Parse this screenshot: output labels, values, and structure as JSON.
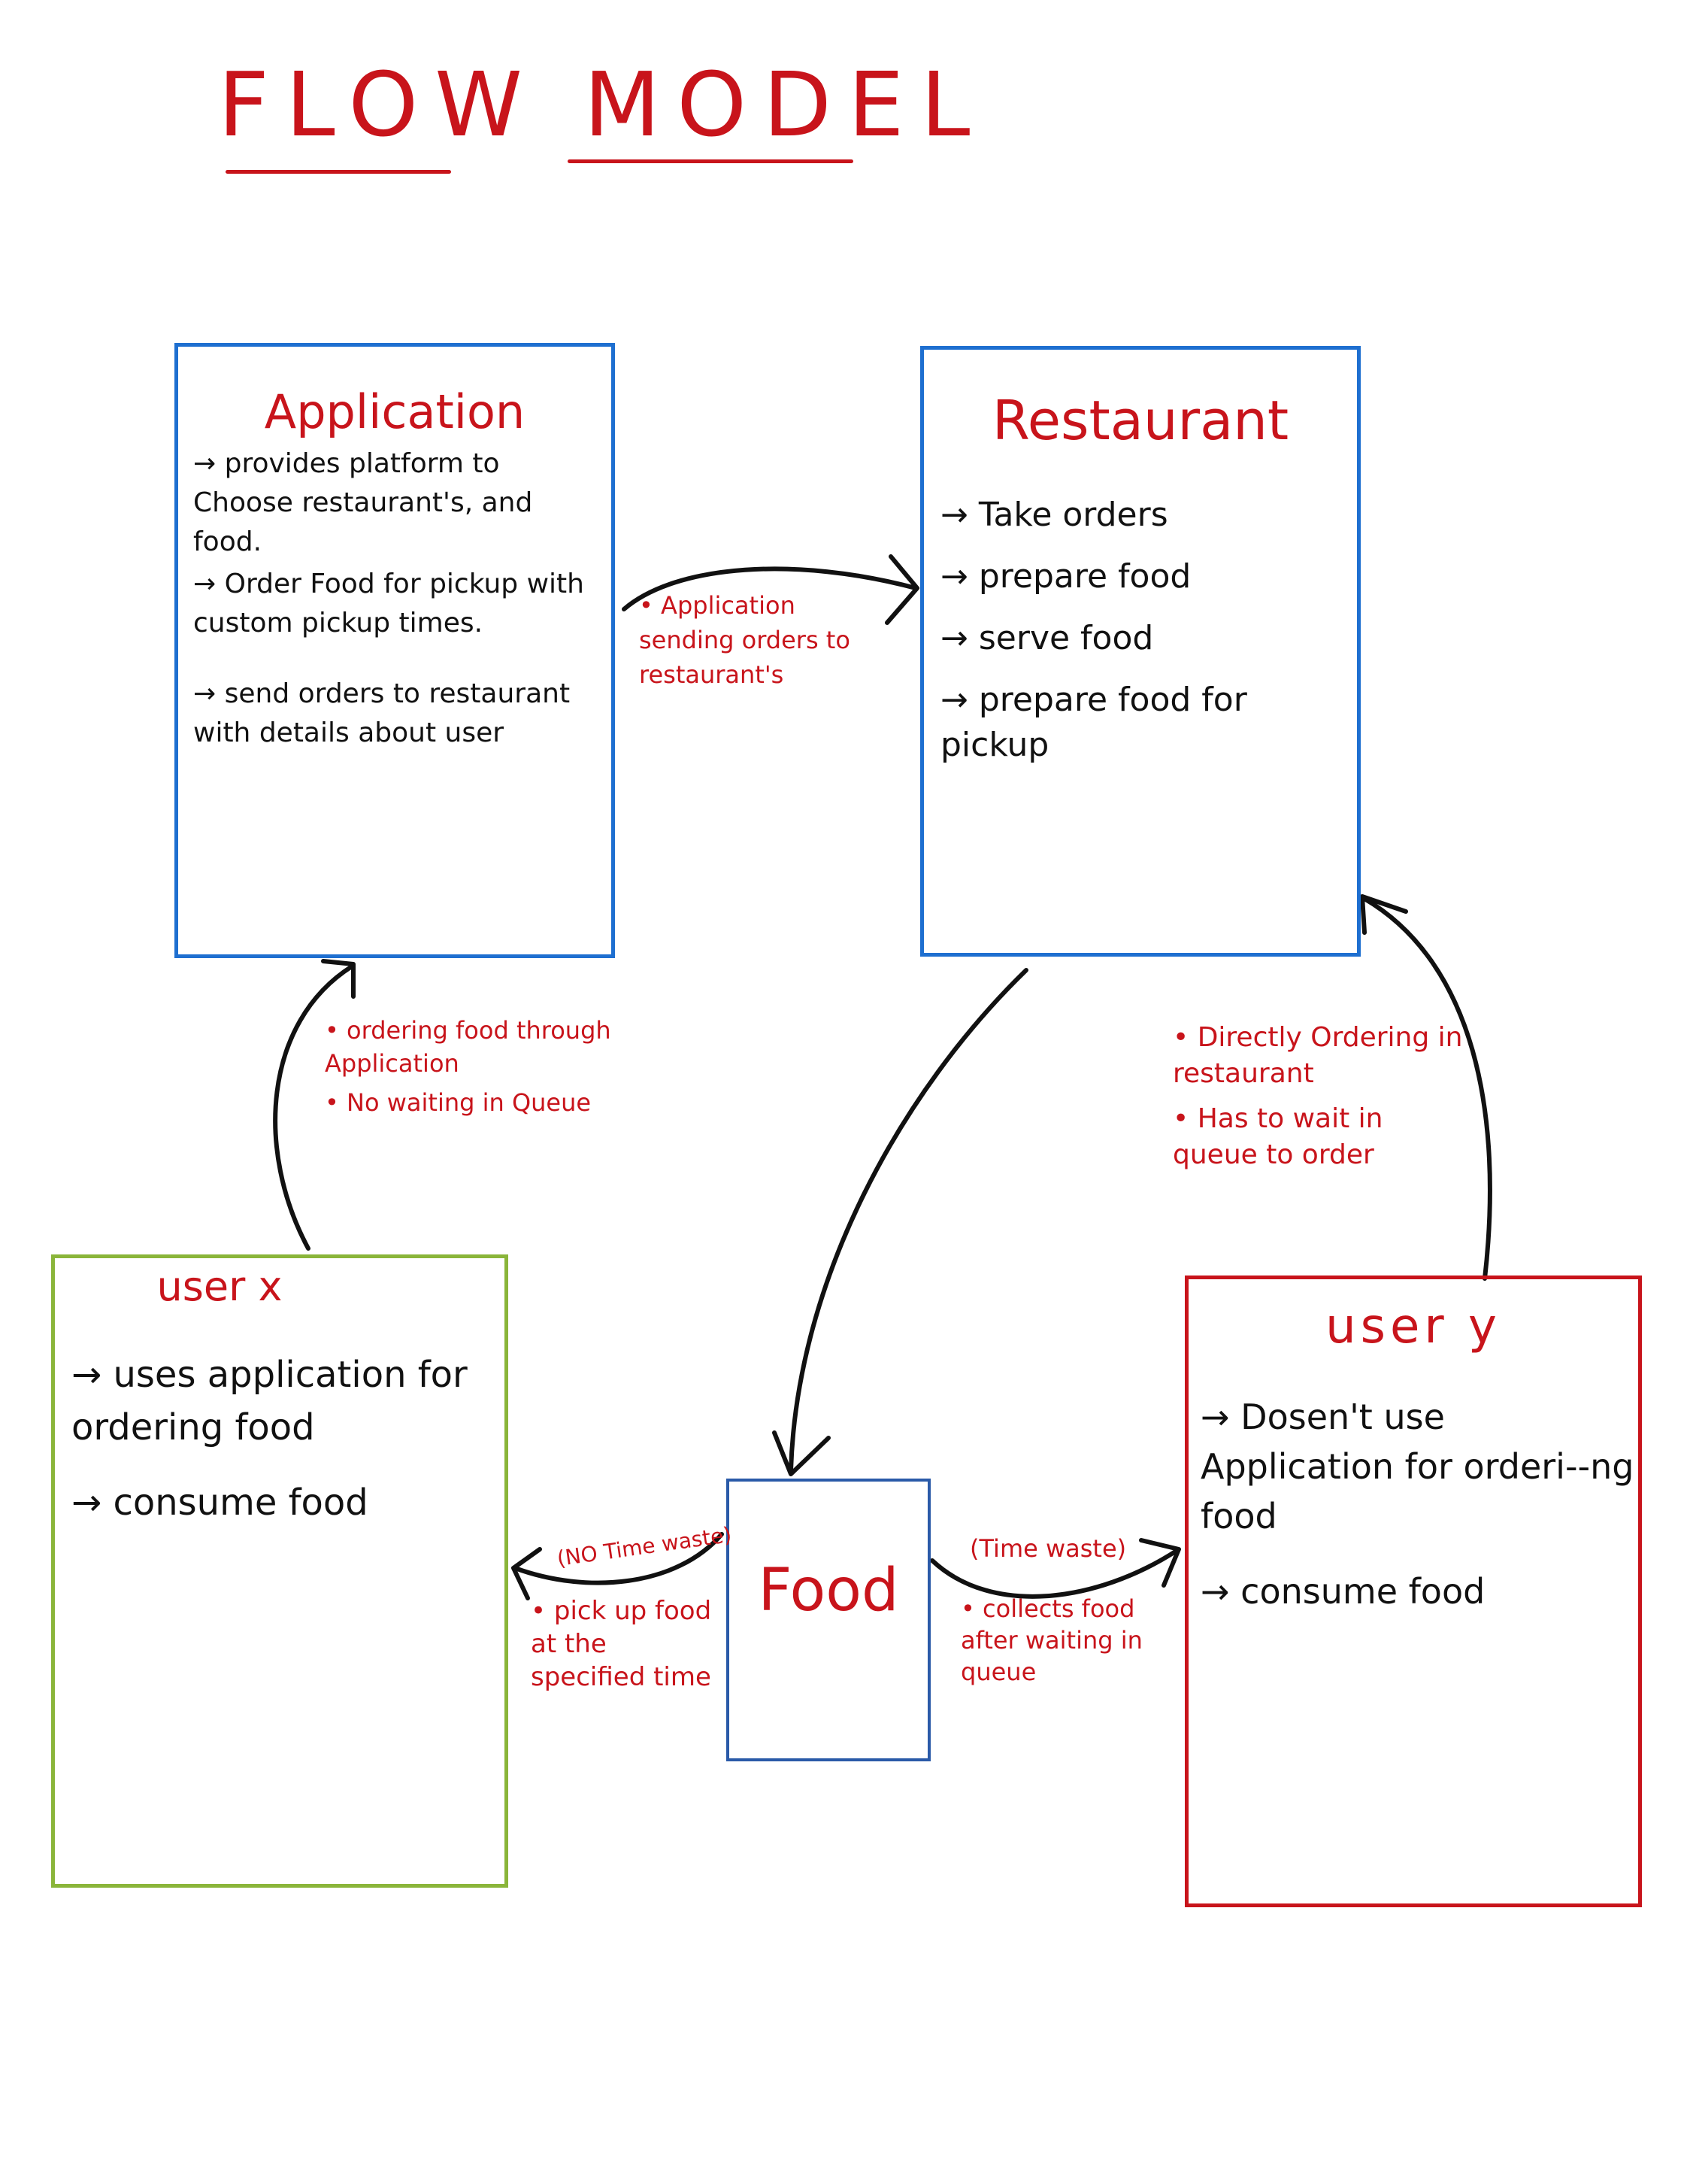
{
  "title": "FLOW MODEL",
  "colors": {
    "heading": "#c8141b",
    "note": "#c8141b",
    "application_border": "#1e6fd0",
    "restaurant_border": "#1e6fd0",
    "user_x_border": "#8ab53a",
    "user_y_border": "#c8141b",
    "food_border": "#2a5aa8",
    "connector": "#111111"
  },
  "application": {
    "heading": "Application",
    "items": [
      "provides platform to Choose restaurant's, and food.",
      "Order Food for pickup with custom pickup times.",
      "send orders to restaurant with details about user"
    ]
  },
  "restaurant": {
    "heading": "Restaurant",
    "items": [
      "Take orders",
      "prepare food",
      "serve food",
      "prepare food for pickup"
    ]
  },
  "user_x": {
    "heading": "user x",
    "items": [
      "uses application for ordering food",
      "consume food"
    ]
  },
  "user_y": {
    "heading": "user y",
    "items": [
      "Dosen't use Application for orderi--ng food",
      "consume food"
    ]
  },
  "food": {
    "heading": "Food"
  },
  "notes": {
    "app_to_restaurant": [
      "Application sending orders to restaurant's"
    ],
    "user_x_to_app": [
      "ordering food through Application",
      "No waiting in Queue"
    ],
    "user_y_to_restaurant": [
      "Directly Ordering in restaurant",
      "Has to wait in queue to order"
    ],
    "food_to_user_x_label": "(NO Time waste)",
    "food_to_user_x": [
      "pick up food at the specified time"
    ],
    "food_to_user_y_label": "(Time waste)",
    "food_to_user_y": [
      "collects food after waiting in queue"
    ]
  }
}
